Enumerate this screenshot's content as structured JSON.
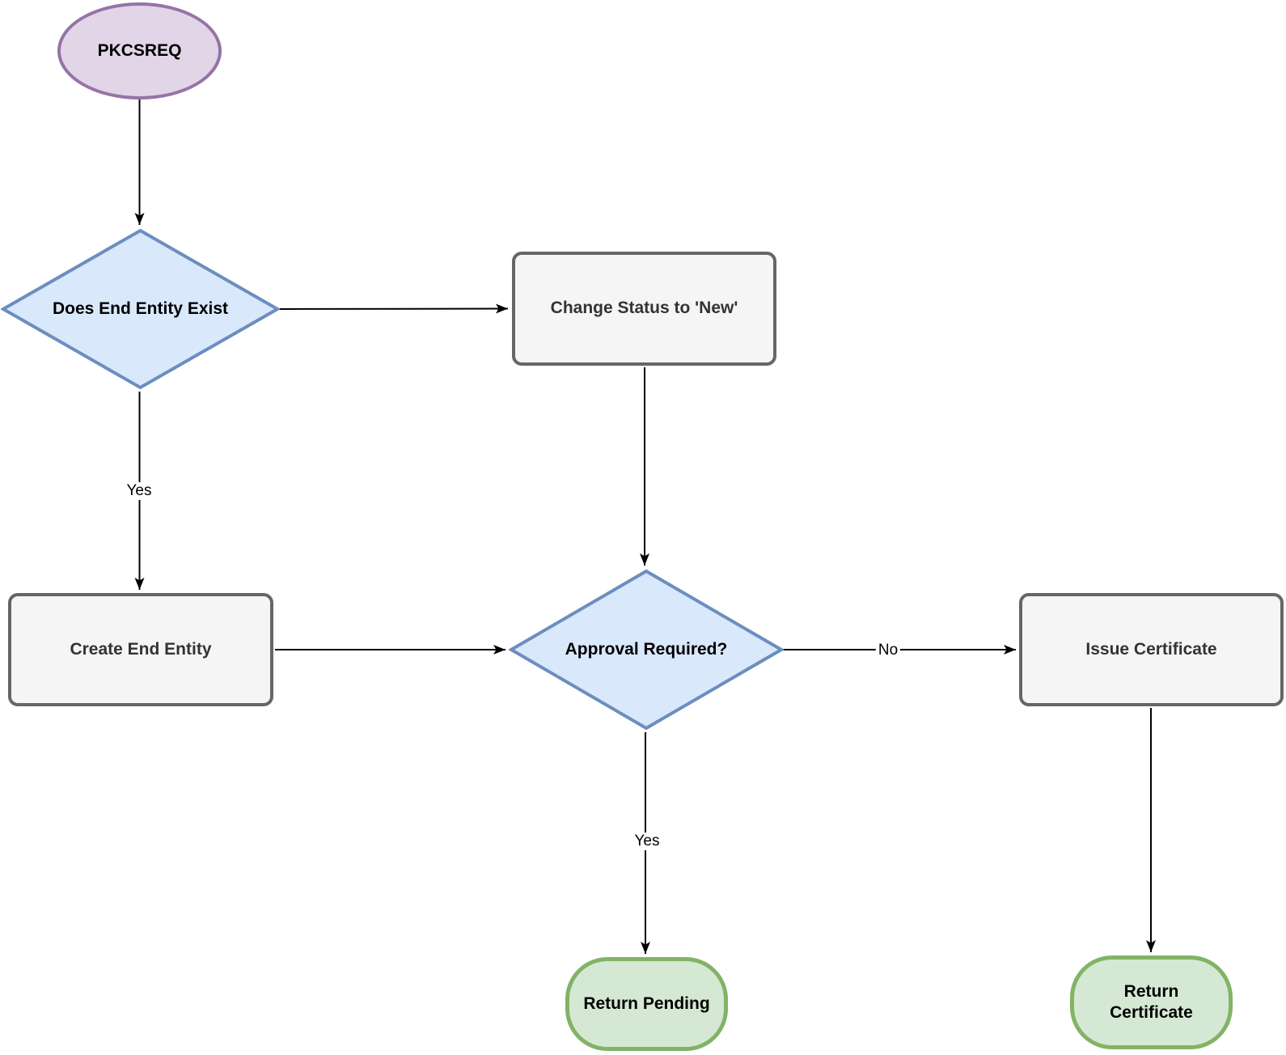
{
  "diagram": {
    "background_color": "#ffffff",
    "connector_color": "#000000",
    "nodes": {
      "pkcsreq": {
        "label": "PKCSREQ",
        "shape": "ellipse-start",
        "fill": "#E1D5E7",
        "stroke": "#9673A6"
      },
      "does_end_entity_exist": {
        "label": "Does End Entity Exist",
        "shape": "decision-diamond",
        "fill": "#DAE8FC",
        "stroke": "#6C8EBF"
      },
      "change_status_to_new": {
        "label": "Change Status to 'New'",
        "shape": "process-rounded-rect",
        "fill": "#F5F5F5",
        "stroke": "#666666"
      },
      "create_end_entity": {
        "label": "Create End Entity",
        "shape": "process-rounded-rect",
        "fill": "#F5F5F5",
        "stroke": "#666666"
      },
      "approval_required": {
        "label": "Approval Required?",
        "shape": "decision-diamond",
        "fill": "#DAE8FC",
        "stroke": "#6C8EBF"
      },
      "issue_certificate": {
        "label": "Issue Certificate",
        "shape": "process-rounded-rect",
        "fill": "#F5F5F5",
        "stroke": "#666666"
      },
      "return_pending": {
        "label": "Return Pending",
        "shape": "terminator",
        "fill": "#D5E8D4",
        "stroke": "#82B366"
      },
      "return_certificate": {
        "label": "Return Certificate",
        "shape": "terminator",
        "fill": "#D5E8D4",
        "stroke": "#82B366"
      }
    },
    "edges": [
      {
        "from": "pkcsreq",
        "to": "does_end_entity_exist",
        "label": ""
      },
      {
        "from": "does_end_entity_exist",
        "to": "change_status_to_new",
        "label": ""
      },
      {
        "from": "does_end_entity_exist",
        "to": "create_end_entity",
        "label": "Yes"
      },
      {
        "from": "change_status_to_new",
        "to": "approval_required",
        "label": ""
      },
      {
        "from": "create_end_entity",
        "to": "approval_required",
        "label": ""
      },
      {
        "from": "approval_required",
        "to": "issue_certificate",
        "label": "No"
      },
      {
        "from": "approval_required",
        "to": "return_pending",
        "label": "Yes"
      },
      {
        "from": "issue_certificate",
        "to": "return_certificate",
        "label": ""
      }
    ]
  }
}
